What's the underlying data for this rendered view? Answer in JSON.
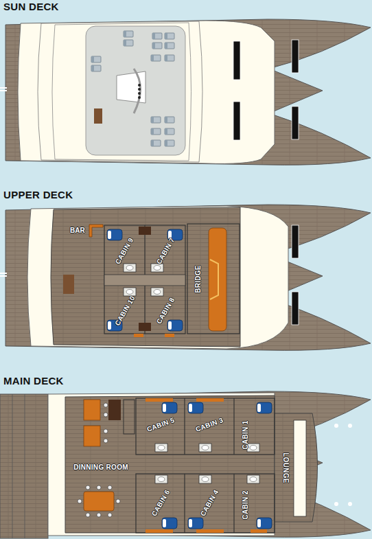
{
  "diagram": {
    "nodes": [
      {
        "text": [
          "CABIN 9"
        ]
      },
      {
        "text": [
          "CABIN 7"
        ]
      },
      {
        "text": [
          "BRIDGE"
        ]
      },
      {
        "text": [
          "CABIN 10"
        ]
      },
      {
        "text": [
          "CABIN 8"
        ]
      },
      {
        "text": [
          "CABIN 5"
        ]
      },
      {
        "text": [
          "CABIN 3"
        ]
      },
      {
        "text": [
          "CABIN 1"
        ]
      },
      {
        "text": [
          "LOUNGE"
        ]
      },
      {
        "text": [
          "DINNING ROOM"
        ]
      },
      {
        "text": [
          "CABIN 6"
        ]
      },
      {
        "text": [
          "CABIN 4"
        ]
      },
      {
        "text": [
          "CABIN 2"
        ]
      }
    ],
    "labels": [
      "SUN DECK",
      "UPPER DECK",
      "BAR",
      "MAIN DECK"
    ]
  }
}
